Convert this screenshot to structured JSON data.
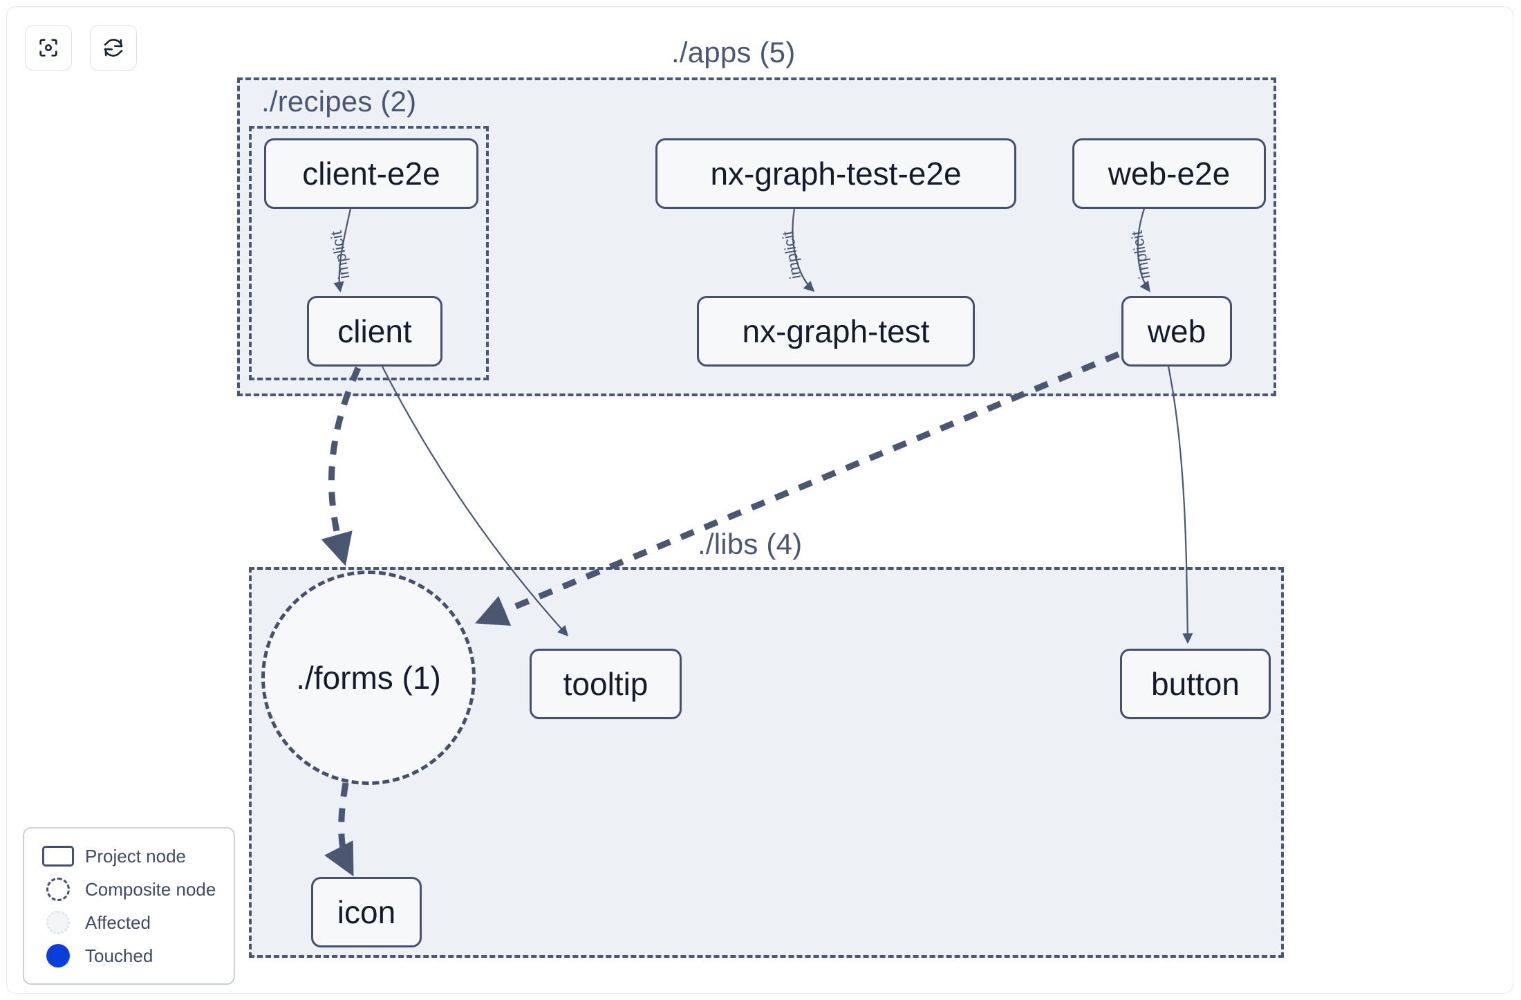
{
  "toolbar": {
    "buttons": [
      {
        "name": "focus-graph-button",
        "icon": "focus-target-icon",
        "label": ""
      },
      {
        "name": "refresh-graph-button",
        "icon": "refresh-icon",
        "label": ""
      }
    ]
  },
  "groups": [
    {
      "id": "apps",
      "label": "./apps (5)",
      "count": 5
    },
    {
      "id": "recipes",
      "label": "./recipes (2)",
      "count": 2
    },
    {
      "id": "libs",
      "label": "./libs (4)",
      "count": 4
    }
  ],
  "nodes": [
    {
      "id": "client-e2e",
      "label": "client-e2e",
      "type": "project",
      "group": "recipes"
    },
    {
      "id": "client",
      "label": "client",
      "type": "project",
      "group": "recipes"
    },
    {
      "id": "nx-graph-test-e2e",
      "label": "nx-graph-test-e2e",
      "type": "project",
      "group": "apps"
    },
    {
      "id": "nx-graph-test",
      "label": "nx-graph-test",
      "type": "project",
      "group": "apps"
    },
    {
      "id": "web-e2e",
      "label": "web-e2e",
      "type": "project",
      "group": "apps"
    },
    {
      "id": "web",
      "label": "web",
      "type": "project",
      "group": "apps"
    },
    {
      "id": "forms",
      "label": "./forms (1)",
      "type": "composite",
      "group": "libs"
    },
    {
      "id": "tooltip",
      "label": "tooltip",
      "type": "project",
      "group": "libs"
    },
    {
      "id": "button",
      "label": "button",
      "type": "project",
      "group": "libs"
    },
    {
      "id": "icon",
      "label": "icon",
      "type": "project",
      "group": "libs"
    }
  ],
  "edges": [
    {
      "from": "client-e2e",
      "to": "client",
      "label": "implicit",
      "style": "solid"
    },
    {
      "from": "nx-graph-test-e2e",
      "to": "nx-graph-test",
      "label": "implicit",
      "style": "solid"
    },
    {
      "from": "web-e2e",
      "to": "web",
      "label": "implicit",
      "style": "solid"
    },
    {
      "from": "client",
      "to": "forms",
      "label": "",
      "style": "dashed"
    },
    {
      "from": "client",
      "to": "tooltip",
      "label": "",
      "style": "solid"
    },
    {
      "from": "web",
      "to": "forms",
      "label": "",
      "style": "dashed"
    },
    {
      "from": "web",
      "to": "button",
      "label": "",
      "style": "solid"
    },
    {
      "from": "forms",
      "to": "icon",
      "label": "",
      "style": "dashed"
    }
  ],
  "legend": {
    "items": [
      {
        "key": "project",
        "label": "Project node"
      },
      {
        "key": "composite",
        "label": "Composite node"
      },
      {
        "key": "affected",
        "label": "Affected"
      },
      {
        "key": "touched",
        "label": "Touched"
      }
    ]
  },
  "colors": {
    "node_border": "#46506a",
    "node_fill": "#f7f8fa",
    "group_fill": "#edf0f5",
    "group_border": "#4b5770",
    "edge": "#4b5770",
    "touched": "#0b3ddb",
    "text": "#151b2b",
    "canvas": "#ffffff"
  }
}
